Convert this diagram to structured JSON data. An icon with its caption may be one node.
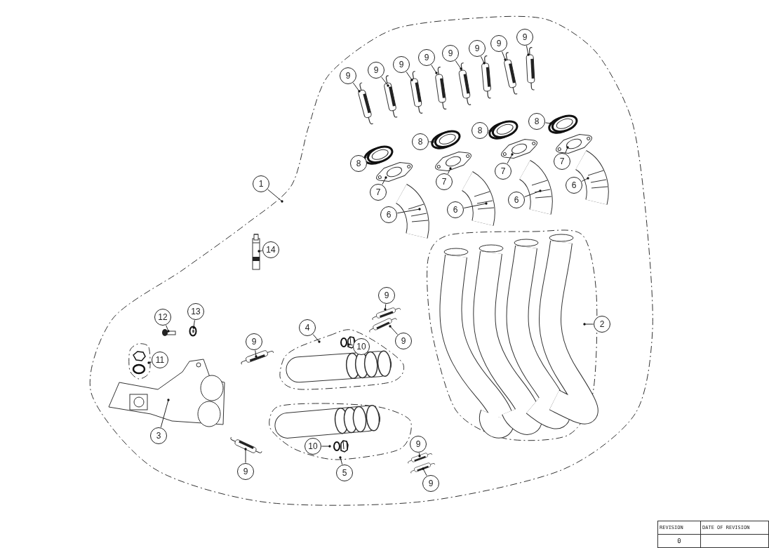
{
  "diagram": {
    "nodes": [
      {
        "text": [
          "1"
        ]
      },
      {
        "text": [
          "9"
        ]
      },
      {
        "text": [
          "9"
        ]
      },
      {
        "text": [
          "9"
        ]
      },
      {
        "text": [
          "9"
        ]
      },
      {
        "text": [
          "9"
        ]
      },
      {
        "text": [
          "9"
        ]
      },
      {
        "text": [
          "9"
        ]
      },
      {
        "text": [
          "9"
        ]
      },
      {
        "text": [
          "8"
        ]
      },
      {
        "text": [
          "8"
        ]
      },
      {
        "text": [
          "8"
        ]
      },
      {
        "text": [
          "8"
        ]
      },
      {
        "text": [
          "7"
        ]
      },
      {
        "text": [
          "7"
        ]
      },
      {
        "text": [
          "7"
        ]
      },
      {
        "text": [
          "7"
        ]
      },
      {
        "text": [
          "6"
        ]
      },
      {
        "text": [
          "6"
        ]
      },
      {
        "text": [
          "6"
        ]
      },
      {
        "text": [
          "6"
        ]
      },
      {
        "text": [
          "14"
        ]
      },
      {
        "text": [
          "2"
        ]
      },
      {
        "text": [
          "9"
        ]
      },
      {
        "text": [
          "9"
        ]
      },
      {
        "text": [
          "4"
        ]
      },
      {
        "text": [
          "10"
        ]
      },
      {
        "text": [
          "12"
        ]
      },
      {
        "text": [
          "13"
        ]
      },
      {
        "text": [
          "9"
        ]
      },
      {
        "text": [
          "11"
        ]
      },
      {
        "text": [
          "3"
        ]
      },
      {
        "text": [
          "10"
        ]
      },
      {
        "text": [
          "5"
        ]
      },
      {
        "text": [
          "9"
        ]
      },
      {
        "text": [
          "9"
        ]
      },
      {
        "text": [
          "9"
        ]
      },
      {
        "text": [],
        "shape": "picture"
      },
      {
        "text": [],
        "shape": "picture"
      },
      {
        "text": [],
        "shape": "picture"
      },
      {
        "text": [],
        "shape": "picture"
      },
      {
        "text": [],
        "shape": "picture"
      },
      {
        "text": [],
        "shape": "picture"
      },
      {
        "text": [],
        "shape": "picture"
      },
      {
        "text": [],
        "shape": "picture"
      },
      {
        "text": [],
        "shape": "picture"
      },
      {
        "text": [],
        "shape": "picture"
      },
      {
        "text": [],
        "shape": "picture"
      },
      {
        "text": [],
        "shape": "picture"
      },
      {
        "text": [],
        "shape": "picture"
      },
      {
        "text": [],
        "shape": "picture"
      },
      {
        "text": [],
        "shape": "picture"
      },
      {
        "text": [],
        "shape": "picture"
      },
      {
        "text": [],
        "shape": "picture"
      },
      {
        "text": [],
        "shape": "picture"
      },
      {
        "text": [],
        "shape": "picture"
      },
      {
        "text": [],
        "shape": "picture"
      },
      {
        "text": [],
        "shape": "picture"
      },
      {
        "text": [],
        "shape": "picture"
      },
      {
        "text": [],
        "shape": "picture"
      },
      {
        "text": [],
        "shape": "picture"
      },
      {
        "text": [],
        "shape": "picture"
      },
      {
        "text": [],
        "shape": "picture"
      },
      {
        "text": [],
        "shape": "picture"
      },
      {
        "text": [],
        "shape": "picture"
      },
      {
        "text": [],
        "shape": "picture"
      },
      {
        "text": [],
        "shape": "picture"
      },
      {
        "text": [],
        "shape": "picture"
      },
      {
        "text": [],
        "shape": "picture"
      }
    ],
    "edges": [
      {
        "from": 0,
        "to": null,
        "arrow": "other"
      },
      {
        "from": 1,
        "to": 37,
        "arrow": "other"
      },
      {
        "from": 2,
        "to": 38,
        "arrow": "other"
      },
      {
        "from": 3,
        "to": 39,
        "arrow": "other"
      },
      {
        "from": 4,
        "to": 40,
        "arrow": "other"
      },
      {
        "from": 5,
        "to": 41,
        "arrow": "other"
      },
      {
        "from": 6,
        "to": 42,
        "arrow": "other"
      },
      {
        "from": 7,
        "to": 43,
        "arrow": "other"
      },
      {
        "from": 8,
        "to": 44,
        "arrow": "other"
      },
      {
        "from": 9,
        "to": 45,
        "arrow": "other"
      },
      {
        "from": 10,
        "to": 46,
        "arrow": "other"
      },
      {
        "from": 11,
        "to": 47,
        "arrow": "other"
      },
      {
        "from": 12,
        "to": 48,
        "arrow": "other"
      },
      {
        "from": 13,
        "to": 49,
        "arrow": "other"
      },
      {
        "from": 14,
        "to": 50,
        "arrow": "other"
      },
      {
        "from": 15,
        "to": 51,
        "arrow": "other"
      },
      {
        "from": 16,
        "to": 52,
        "arrow": "other"
      },
      {
        "from": 17,
        "to": 53,
        "arrow": "other"
      },
      {
        "from": 18,
        "to": 54,
        "arrow": "other"
      },
      {
        "from": 19,
        "to": 55,
        "arrow": "other"
      },
      {
        "from": 20,
        "to": 56,
        "arrow": "other"
      },
      {
        "from": 21,
        "to": 57,
        "arrow": "other"
      },
      {
        "from": 22,
        "to": null,
        "arrow": "other"
      },
      {
        "from": 23,
        "to": 58,
        "arrow": "other"
      },
      {
        "from": 24,
        "to": 59,
        "arrow": "other"
      },
      {
        "from": 25,
        "to": null,
        "arrow": "other"
      },
      {
        "from": 26,
        "to": 60,
        "arrow": "other"
      },
      {
        "from": 27,
        "to": 61,
        "arrow": "other"
      },
      {
        "from": 28,
        "to": 62,
        "arrow": "other"
      },
      {
        "from": 29,
        "to": 63,
        "arrow": "other"
      },
      {
        "from": 30,
        "to": null,
        "arrow": "other"
      },
      {
        "from": 31,
        "to": 64,
        "arrow": "other"
      },
      {
        "from": 32,
        "to": 65,
        "arrow": "other"
      },
      {
        "from": 33,
        "to": null,
        "arrow": "other"
      },
      {
        "from": 34,
        "to": 66,
        "arrow": "other"
      },
      {
        "from": 35,
        "to": 67,
        "arrow": "other"
      },
      {
        "from": 36,
        "to": 68,
        "arrow": "other"
      }
    ],
    "labels": [
      "REVISION",
      "DATE OF REVISION",
      "0"
    ]
  }
}
